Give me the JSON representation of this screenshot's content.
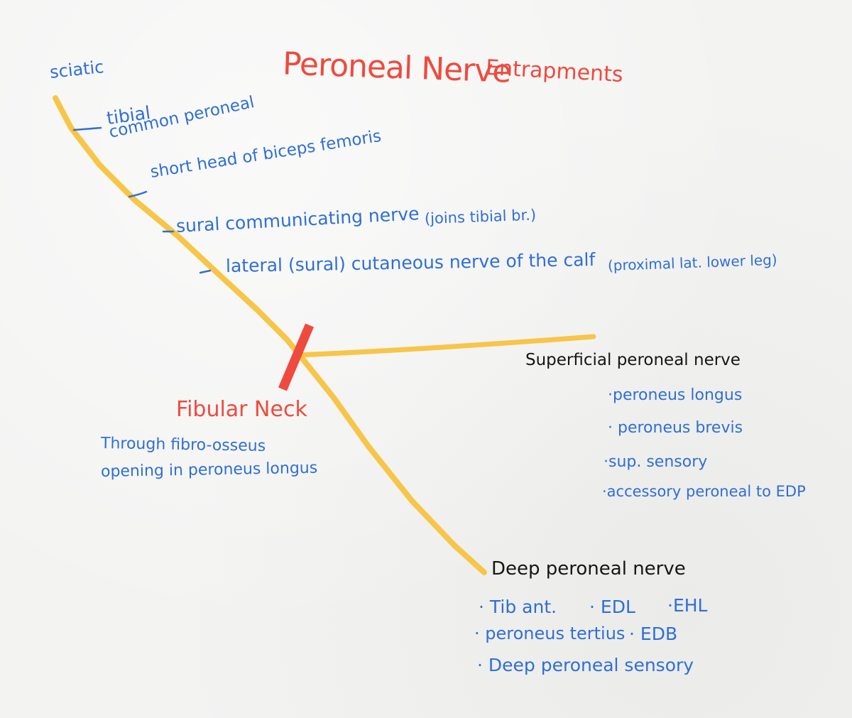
{
  "title": {
    "main": "Peroneal Nerve",
    "sub": "Entrapments"
  },
  "colors": {
    "nerve": "#f7c548",
    "entrapment": "#ef4a3e",
    "label_blue": "#2f6fd6",
    "label_red": "#ef4a3e",
    "ink": "#161616",
    "background": "#f3f3f2"
  },
  "nerve_labels": {
    "sciatic": "sciatic",
    "tibial": "tibial",
    "common_peroneal": "common peroneal",
    "short_head_biceps": "short head of biceps femoris",
    "sural_communicating": "sural communicating nerve",
    "sural_communicating_note": "(joins tibial br.)",
    "lateral_cutaneous": "lateral (sural) cutaneous nerve of the calf",
    "lateral_cutaneous_note": "(proximal lat. lower leg)"
  },
  "entrapment": {
    "site": "Fibular Neck",
    "desc_line1": "Through fibro-osseus",
    "desc_line2": "opening in peroneus longus"
  },
  "superficial": {
    "title": "Superficial peroneal nerve",
    "items": [
      "·peroneus longus",
      "· peroneus brevis",
      "·sup. sensory",
      "·accessory peroneal to EDP"
    ]
  },
  "deep": {
    "title": "Deep peroneal nerve",
    "line1_a": "· Tib ant.",
    "line1_b": "· EDL",
    "line1_c": "·EHL",
    "line2_a": "· peroneus tertius",
    "line2_b": "· EDB",
    "line3": "· Deep peroneal sensory"
  }
}
